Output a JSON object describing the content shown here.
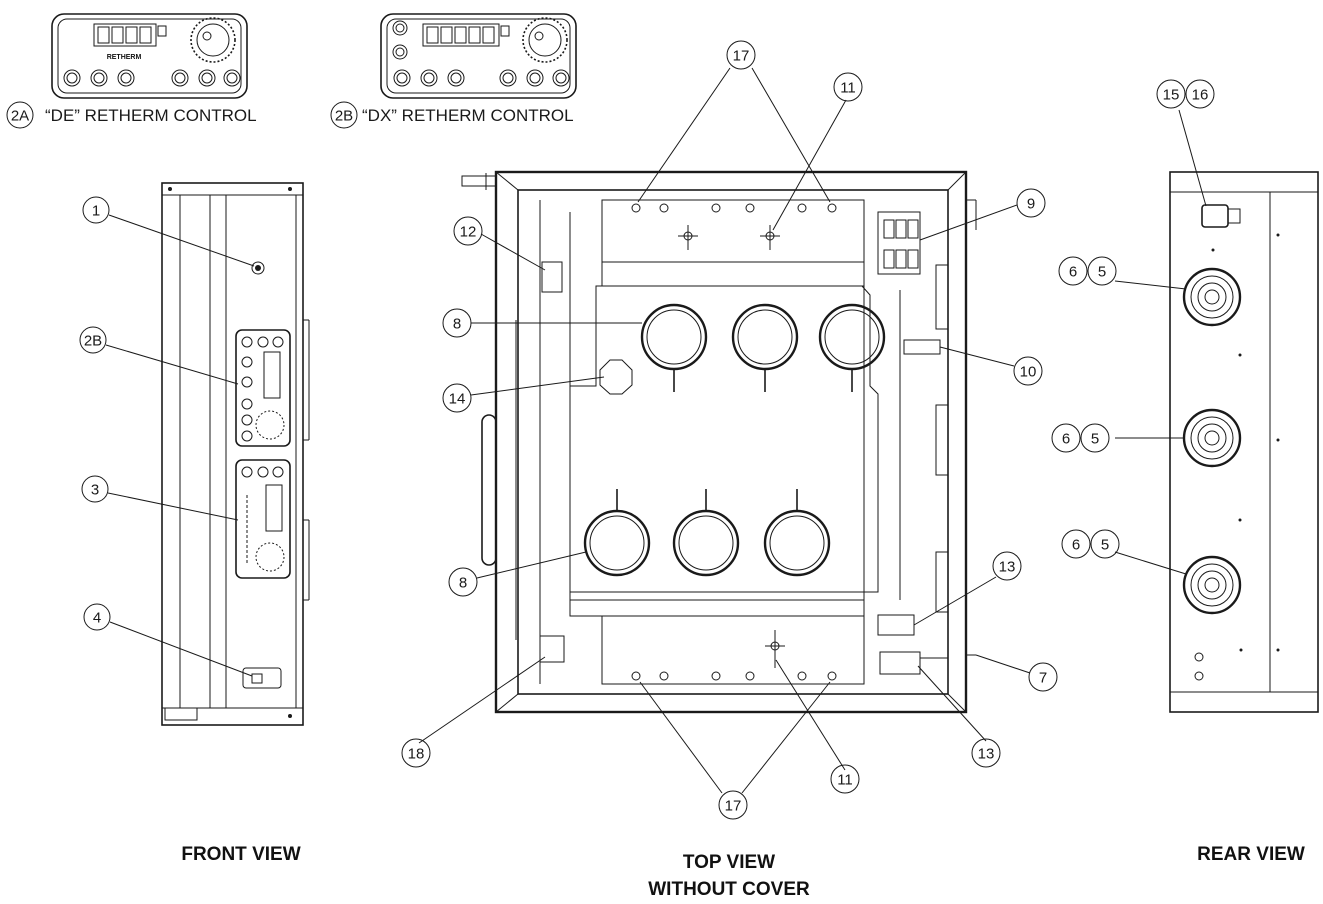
{
  "controls": {
    "de": {
      "callout": "2A",
      "caption": "“DE” RETHERM CONTROL",
      "panel_text": "RETHERM"
    },
    "dx": {
      "callout": "2B",
      "caption": "“DX” RETHERM CONTROL"
    }
  },
  "views": {
    "front": "FRONT VIEW",
    "top_line1": "TOP VIEW",
    "top_line2": "WITHOUT COVER",
    "rear": "REAR VIEW"
  },
  "callouts": {
    "front": [
      "1",
      "2B",
      "3",
      "4"
    ],
    "top": [
      "17",
      "11",
      "12",
      "9",
      "8",
      "10",
      "14",
      "8",
      "13",
      "7",
      "13",
      "18",
      "11",
      "17"
    ],
    "rear": [
      "15",
      "16",
      "6",
      "5",
      "6",
      "5",
      "6",
      "5"
    ]
  }
}
